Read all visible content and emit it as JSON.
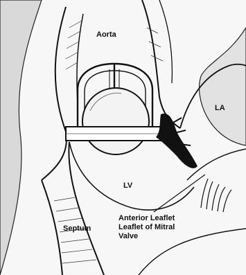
{
  "figure": {
    "labels": {
      "aorta": "Aorta",
      "la": "LA",
      "lv": "LV",
      "septum": "Septum"
    },
    "callout": {
      "line1": "Anterior Leaflet",
      "line2": "Leaflet of Mitral",
      "line3": "Valve"
    },
    "colors": {
      "ink": "#111111",
      "paper": "#fbfbfb"
    }
  }
}
